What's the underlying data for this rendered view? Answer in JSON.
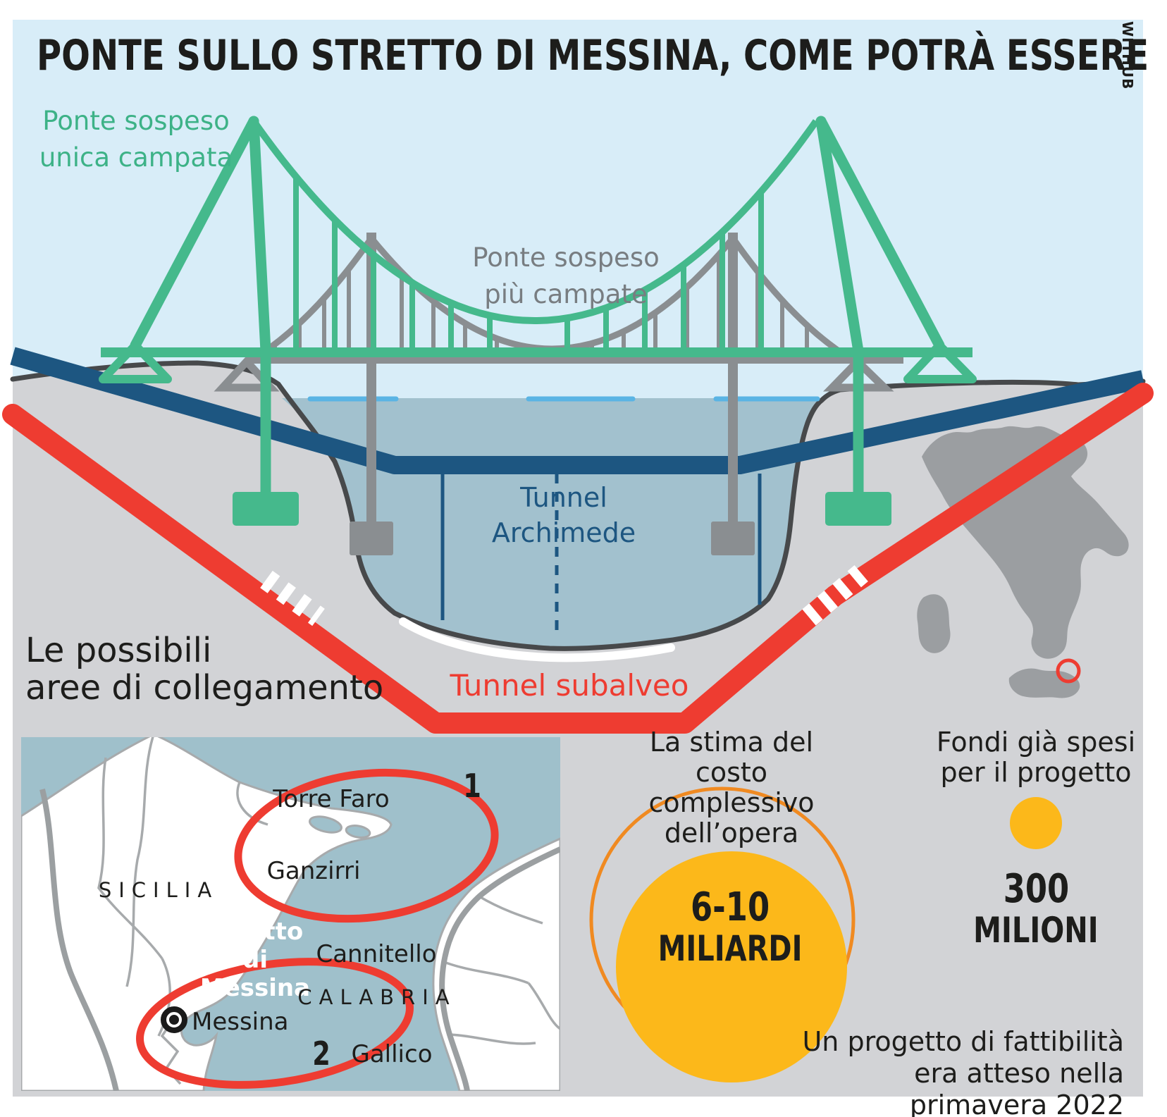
{
  "header": {
    "title": "PONTE SULLO STRETTO DI MESSINA, COME POTRÀ ESSERE",
    "credit": "WITHUB"
  },
  "diagram": {
    "labels": {
      "single_span": {
        "line1": "Ponte sospeso",
        "line2": "unica campata"
      },
      "multi_span": {
        "line1": "Ponte sospeso",
        "line2": "più campate"
      },
      "tunnel_archimede": {
        "line1": "Tunnel",
        "line2": "Archimede"
      },
      "tunnel_subalveo": "Tunnel subalveo",
      "connection_areas": {
        "line1": "Le possibili",
        "line2": "aree di collegamento"
      }
    }
  },
  "map": {
    "labels": {
      "sicilia": "SICILIA",
      "torre_faro": "Torre Faro",
      "ganzirri": "Ganzirri",
      "strait_line1": "Stretto",
      "strait_line2": "di Messina",
      "cannitello": "Cannitello",
      "calabria": "CALABRIA",
      "messina": "Messina",
      "gallico": "Gallico",
      "area1": "1",
      "area2": "2"
    }
  },
  "cost": {
    "estimate": {
      "title_line1": "La stima del costo",
      "title_line2": "complessivo dell’opera",
      "value_line1": "6-10",
      "value_line2": "MILIARDI"
    },
    "spent": {
      "title_line1": "Fondi già spesi",
      "title_line2": "per il progetto",
      "value_line1": "300",
      "value_line2": "MILIONI"
    },
    "note": {
      "line1": "Un progetto di fattibilità",
      "line2": "era atteso nella primavera 2022"
    }
  },
  "colors": {
    "ink": "#1d1d1b",
    "sky": "#d8edf8",
    "ground": "#d2d3d6",
    "outline": "#47494b",
    "water": "#a2c1ce",
    "wave": "#5ab4e4",
    "navy": "#1d5681",
    "red": "#ee3c31",
    "green": "#45b98c",
    "green-text": "#3db287",
    "gray-bridge": "#8a8e91",
    "gray-text": "#787d81",
    "map-sea": "#9fc0cb",
    "map-land": "#ffffff",
    "map-road": "#a7aaac",
    "map-road2": "#9b9fa1",
    "italy": "#9b9ea1",
    "yellow": "#fcb81a",
    "orange": "#f08a21"
  }
}
